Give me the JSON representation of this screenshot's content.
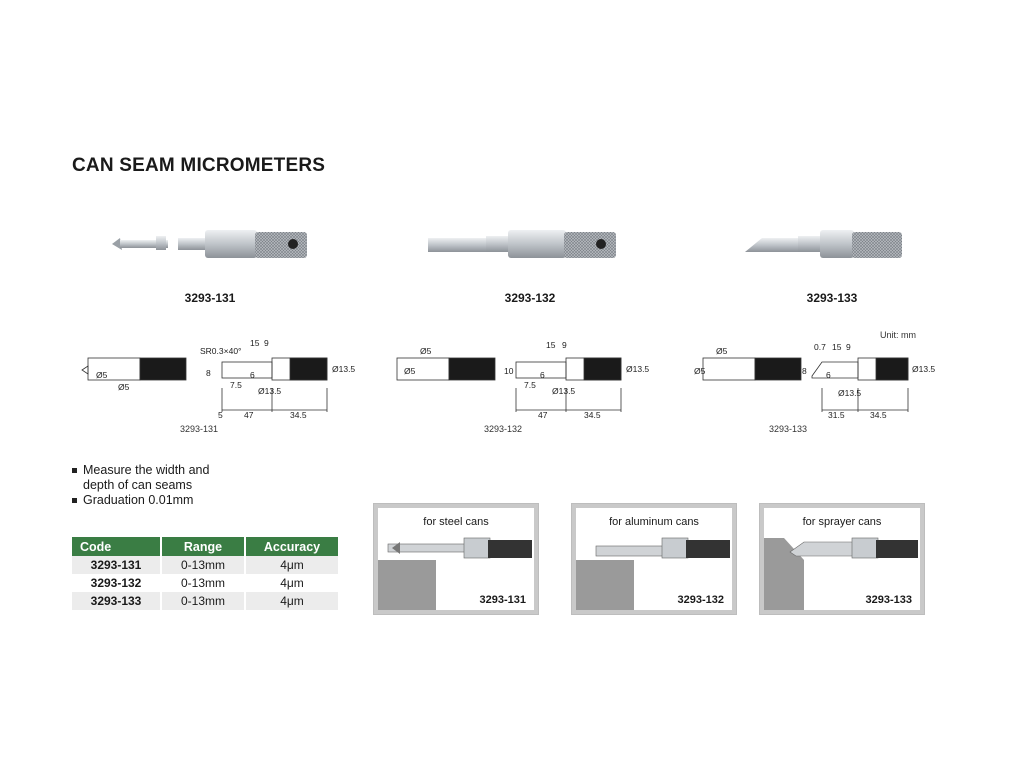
{
  "title": "CAN SEAM MICROMETERS",
  "unit_label": "Unit: mm",
  "products": [
    {
      "code": "3293-131"
    },
    {
      "code": "3293-132"
    },
    {
      "code": "3293-133"
    }
  ],
  "drawings": [
    {
      "caption": "3293-131",
      "dims": [
        "SR0.3×40°",
        "15",
        "9",
        "8",
        "7.5",
        "6",
        "Ø5",
        "Ø5",
        "Ø13.5",
        "Ø13.5",
        "5",
        "47",
        "34.5"
      ]
    },
    {
      "caption": "3293-132",
      "dims": [
        "15",
        "9",
        "10",
        "7.5",
        "6",
        "Ø5",
        "Ø5",
        "Ø13.5",
        "Ø13.5",
        "47",
        "34.5"
      ]
    },
    {
      "caption": "3293-133",
      "dims": [
        "0.7",
        "15",
        "9",
        "8",
        "6",
        "Ø5",
        "Ø5",
        "Ø13.5",
        "Ø13.5",
        "31.5",
        "34.5"
      ]
    }
  ],
  "features": [
    "Measure the width and depth of can seams",
    "Graduation 0.01mm"
  ],
  "table": {
    "headers": [
      "Code",
      "Range",
      "Accuracy"
    ],
    "rows": [
      [
        "3293-131",
        "0-13mm",
        "4μm"
      ],
      [
        "3293-132",
        "0-13mm",
        "4μm"
      ],
      [
        "3293-133",
        "0-13mm",
        "4μm"
      ]
    ]
  },
  "panels": [
    {
      "label": "for steel cans",
      "code": "3293-131"
    },
    {
      "label": "for aluminum cans",
      "code": "3293-132"
    },
    {
      "label": "for sprayer cans",
      "code": "3293-133"
    }
  ],
  "colors": {
    "header_green": "#3a7d44",
    "panel_gray": "#c9c9c9",
    "metal": "#c8ccd0"
  }
}
